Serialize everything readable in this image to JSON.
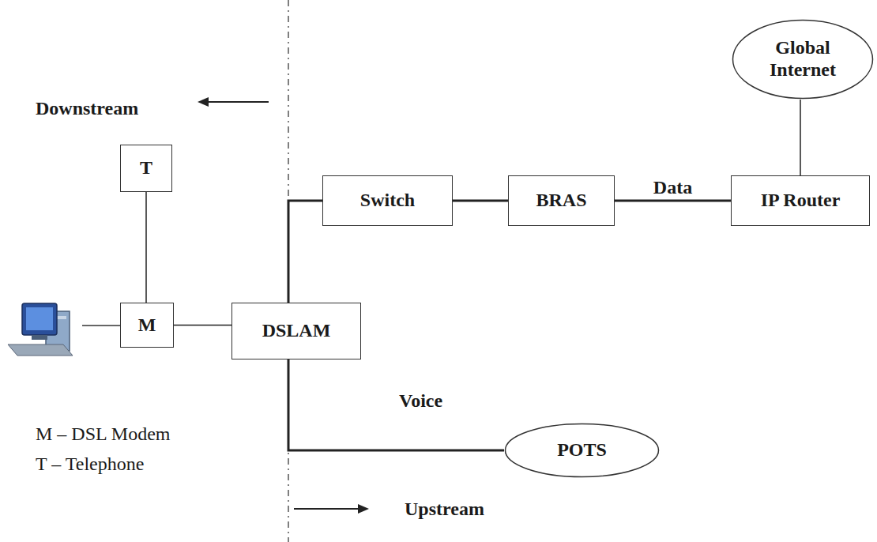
{
  "diagram": {
    "nodes": [
      {
        "text": [
          "Global Internet"
        ]
      },
      {
        "text": [
          "T"
        ]
      },
      {
        "text": [
          "Switch"
        ]
      },
      {
        "text": [
          "BRAS"
        ]
      },
      {
        "text": [
          "IP Router"
        ]
      },
      {
        "text": [
          "M"
        ]
      },
      {
        "text": [
          "DSLAM"
        ]
      },
      {
        "text": [
          "POTS"
        ]
      }
    ],
    "edges": [
      {
        "from": 1,
        "to": 5,
        "arrow": "none"
      },
      {
        "from": 5,
        "to": 6,
        "arrow": "none"
      },
      {
        "from": 6,
        "to": 2,
        "arrow": "none"
      },
      {
        "from": 2,
        "to": 3,
        "arrow": "none"
      },
      {
        "from": 3,
        "to": 4,
        "label": "Data",
        "arrow": "none"
      },
      {
        "from": 4,
        "to": 0,
        "arrow": "none"
      },
      {
        "from": 6,
        "to": 7,
        "arrow": "none"
      }
    ],
    "labels": [
      "Downstream",
      "Voice",
      "M – DSL Modem",
      "T – Telephone",
      "Upstream"
    ]
  }
}
